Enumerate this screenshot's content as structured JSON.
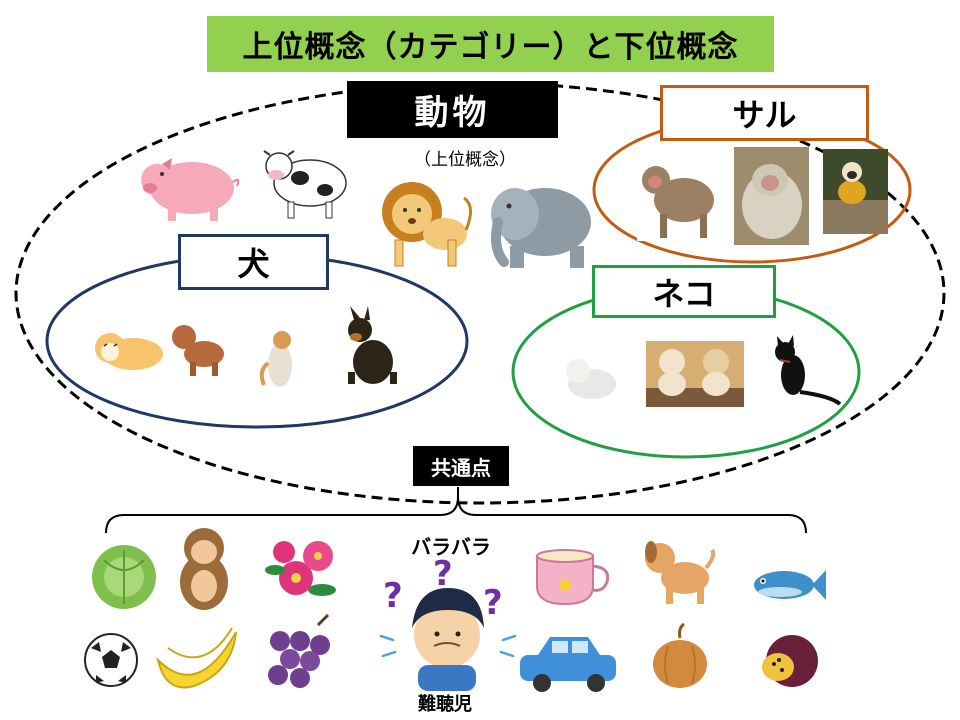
{
  "title": "上位概念（カテゴリー）と下位概念",
  "superordinate": {
    "label": "動物",
    "sublabel": "（上位概念）"
  },
  "categories": {
    "dog": "犬",
    "monkey": "サル",
    "cat": "ネコ"
  },
  "common_point": "共通点",
  "scattered": "バラバラ",
  "child_label": "難聴児",
  "colors": {
    "title_bg": "#92d050",
    "dog_border": "#1f3864",
    "monkey_border": "#c55a11",
    "cat_border": "#21a043",
    "question_marks": "#7030a0"
  }
}
